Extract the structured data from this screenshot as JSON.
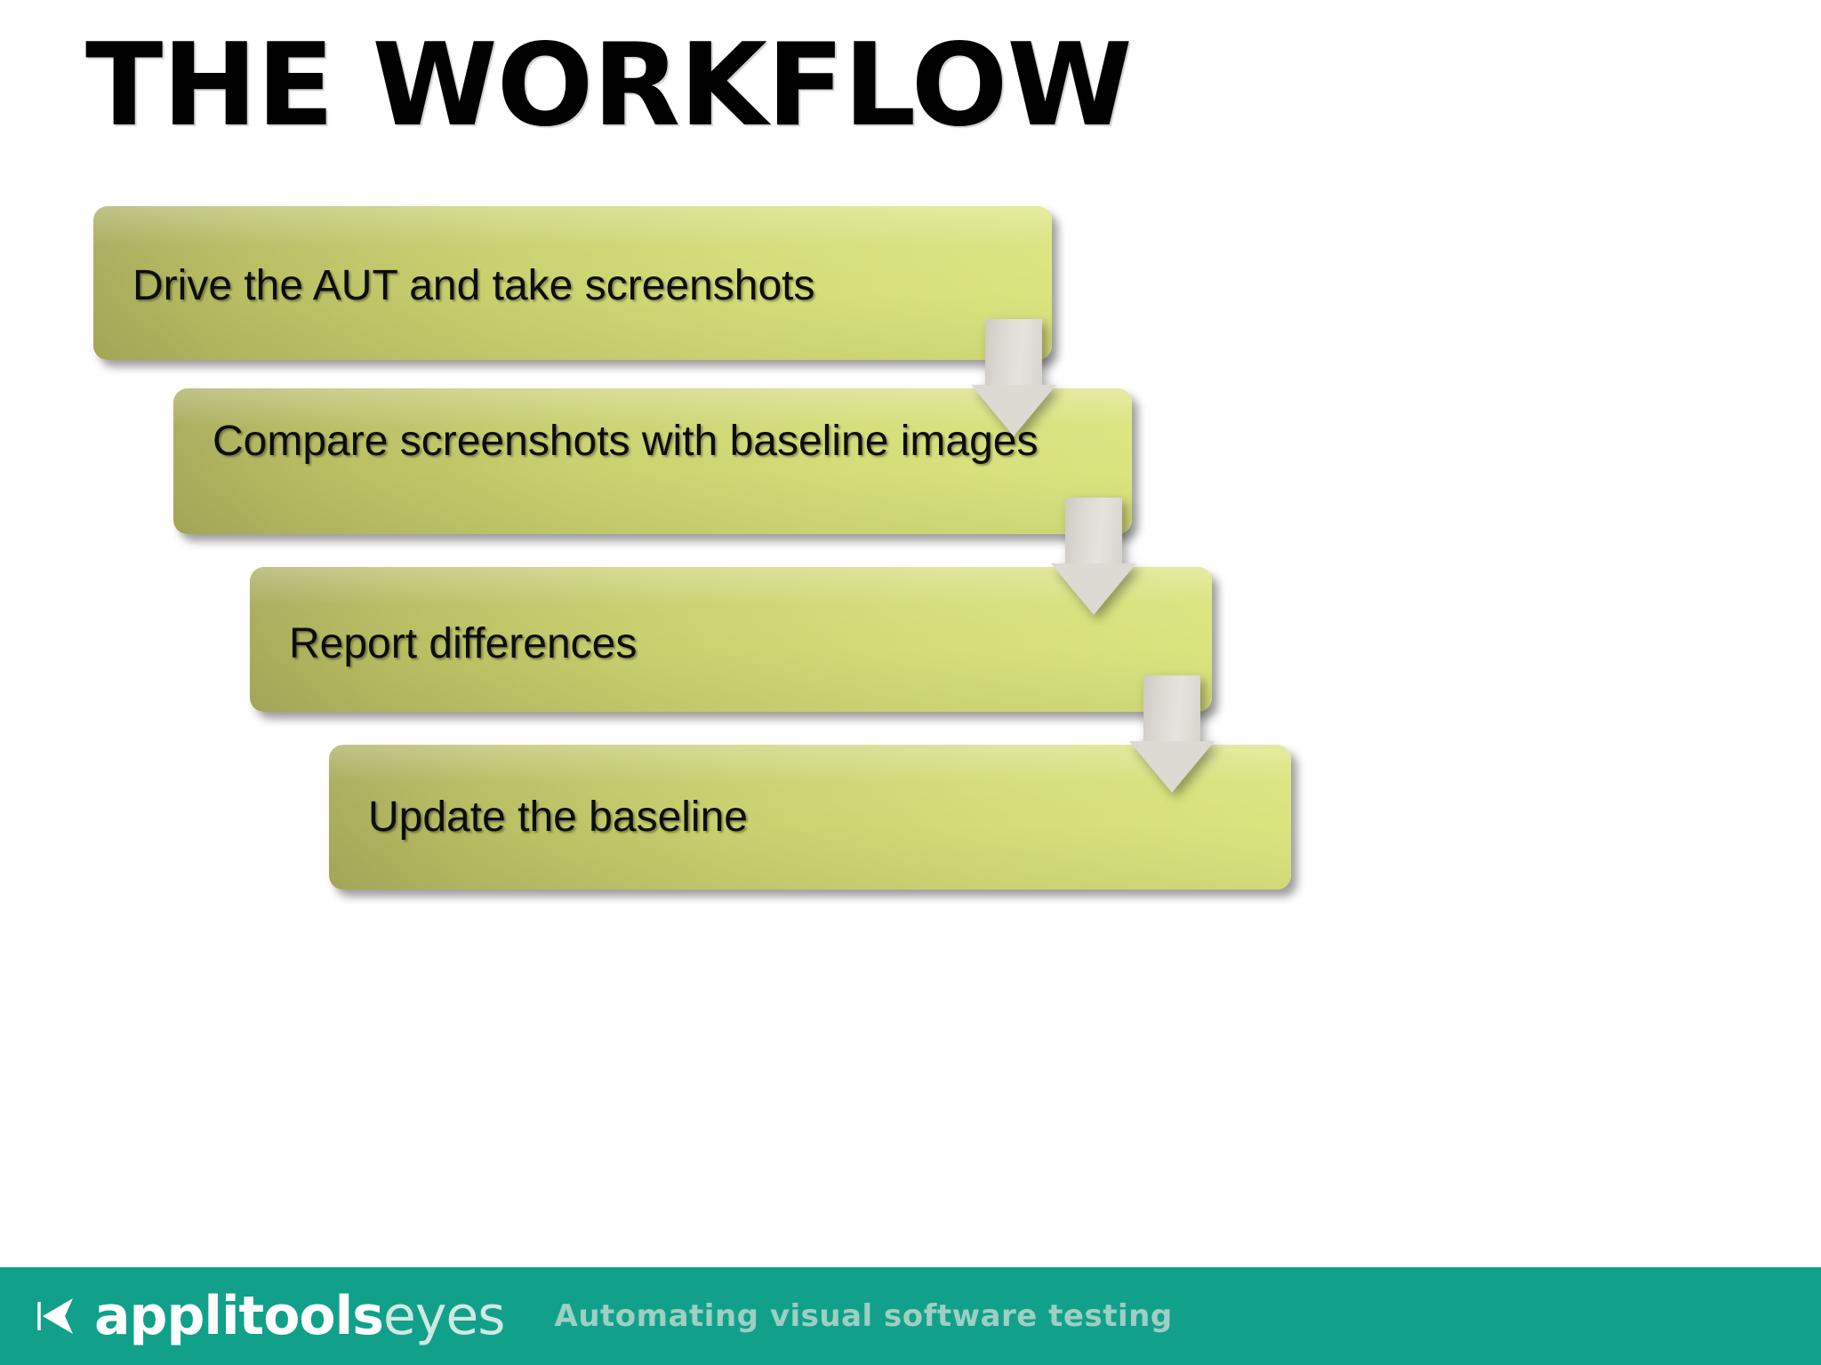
{
  "slide": {
    "title": "THE WORKFLOW",
    "background_color": "#ffffff"
  },
  "flow": {
    "type": "process-flow",
    "direction": "top-to-bottom",
    "box_gradient_from": "#a8ab5a",
    "box_gradient_to": "#dbe57f",
    "arrow_color": "#ddd9d3",
    "steps": [
      {
        "index": "1",
        "label": "Drive the AUT and take screenshots"
      },
      {
        "index": "2",
        "label": "Compare screenshots with baseline images"
      },
      {
        "index": "3",
        "label": "Report differences"
      },
      {
        "index": "4",
        "label": "Update the baseline"
      }
    ],
    "connectors": [
      {
        "from": "1",
        "to": "2",
        "icon": "arrow-down-icon"
      },
      {
        "from": "2",
        "to": "3",
        "icon": "arrow-down-icon"
      },
      {
        "from": "3",
        "to": "4",
        "icon": "arrow-down-icon"
      }
    ]
  },
  "footer": {
    "background_color": "#11a18b",
    "logo_icon": "applitools-arrow-mark-icon",
    "brand_primary": "applitools",
    "brand_secondary": "eyes",
    "tagline": "Automating visual software testing"
  }
}
